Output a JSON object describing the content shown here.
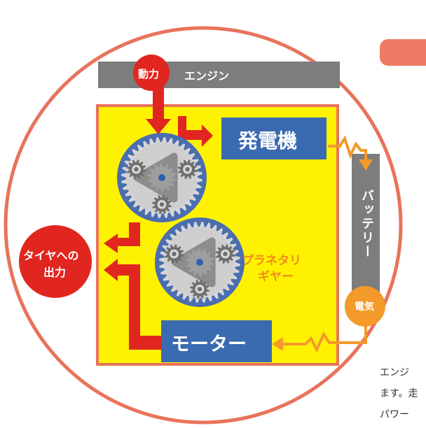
{
  "labels": {
    "engine": "エンジン",
    "power": "動力",
    "generator": "発電機",
    "battery": "バッテリー",
    "planetary_line1": "プラネタリ",
    "planetary_line2": "ギヤー",
    "motor": "モーター",
    "tire_output_line1": "タイヤへの",
    "tire_output_line2": "出力",
    "electricity": "電気"
  },
  "caption": {
    "line1": "エンジ",
    "line2": "ます。走",
    "line3": "パワー"
  },
  "colors": {
    "ring": "#e8735b",
    "housing": "#fff200",
    "housing_border": "#e8735b",
    "engine_bar": "#7d7d7d",
    "power_circle": "#e0261f",
    "box_blue": "#3a6ab0",
    "arrow_red": "#e0261f",
    "electric_orange": "#f39a2b",
    "gear_ring": "#4a6eb0",
    "gear_body": "#bdbdbd",
    "gear_dark": "#8c8c8c",
    "accent_tab": "#ee7b63"
  },
  "icons": [
    "gear-icon",
    "lightning-icon",
    "arrow-icon"
  ]
}
